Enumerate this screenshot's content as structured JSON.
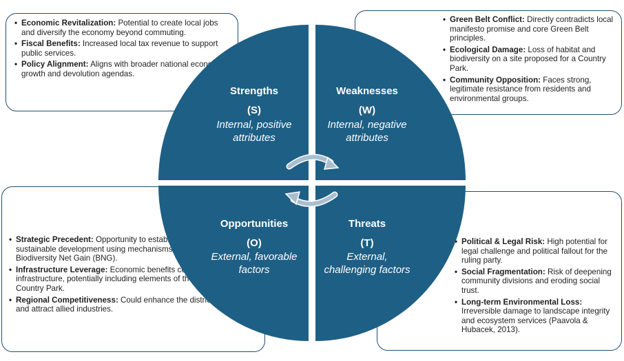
{
  "colors": {
    "quadrant": "#1e5f85",
    "box_border": "#1f4e6e",
    "arrow": "#a9bfcf"
  },
  "quadrants": {
    "s": {
      "title": "Strengths",
      "letter": "(S)",
      "sub1": "Internal, positive",
      "sub2": "attributes"
    },
    "w": {
      "title": "Weaknesses",
      "letter": "(W)",
      "sub1": "Internal, negative",
      "sub2": "attributes"
    },
    "o": {
      "title": "Opportunities",
      "letter": "(O)",
      "sub1": "External, favorable",
      "sub2": "factors"
    },
    "t": {
      "title": "Threats",
      "letter": "(T)",
      "sub1": "External,",
      "sub2": "challenging factors"
    }
  },
  "boxes": {
    "s": [
      {
        "label": "Economic Revitalization:",
        "text": " Potential to create local jobs and diversify the economy beyond commuting."
      },
      {
        "label": "Fiscal Benefits:",
        "text": " Increased local tax revenue to support public services."
      },
      {
        "label": "Policy Alignment:",
        "text": " Aligns with broader national economic growth and devolution agendas."
      }
    ],
    "w": [
      {
        "label": "Green Belt Conflict:",
        "text": " Directly contradicts local manifesto promise and core Green Belt principles."
      },
      {
        "label": "Ecological Damage:",
        "text": " Loss of habitat and biodiversity on a site proposed for a Country Park."
      },
      {
        "label": "Community Opposition:",
        "text": " Faces strong, legitimate resistance from residents and environmental groups."
      }
    ],
    "o": [
      {
        "label": "Strategic Precedent:",
        "text": " Opportunity to establish a model for sustainable development using mechanisms like land swap or Biodiversity Net Gain (BNG)."
      },
      {
        "label": "Infrastructure Leverage:",
        "text": " Economic benefits could fund needed infrastructure, potentially including elements of the long-discussed Country Park."
      },
      {
        "label": "Regional Competitiveness:",
        "text": " Could enhance the district's profile and attract allied industries."
      }
    ],
    "t": [
      {
        "label": "Political & Legal Risk:",
        "text": " High potential for legal challenge and political fallout for the ruling party."
      },
      {
        "label": "Social Fragmentation:",
        "text": " Risk of deepening community divisions and eroding social trust."
      },
      {
        "label": "Long-term Environmental Loss:",
        "text": " Irreversible damage to landscape integrity and ecosystem services (Paavola & Hubacek, 2013)."
      }
    ]
  }
}
